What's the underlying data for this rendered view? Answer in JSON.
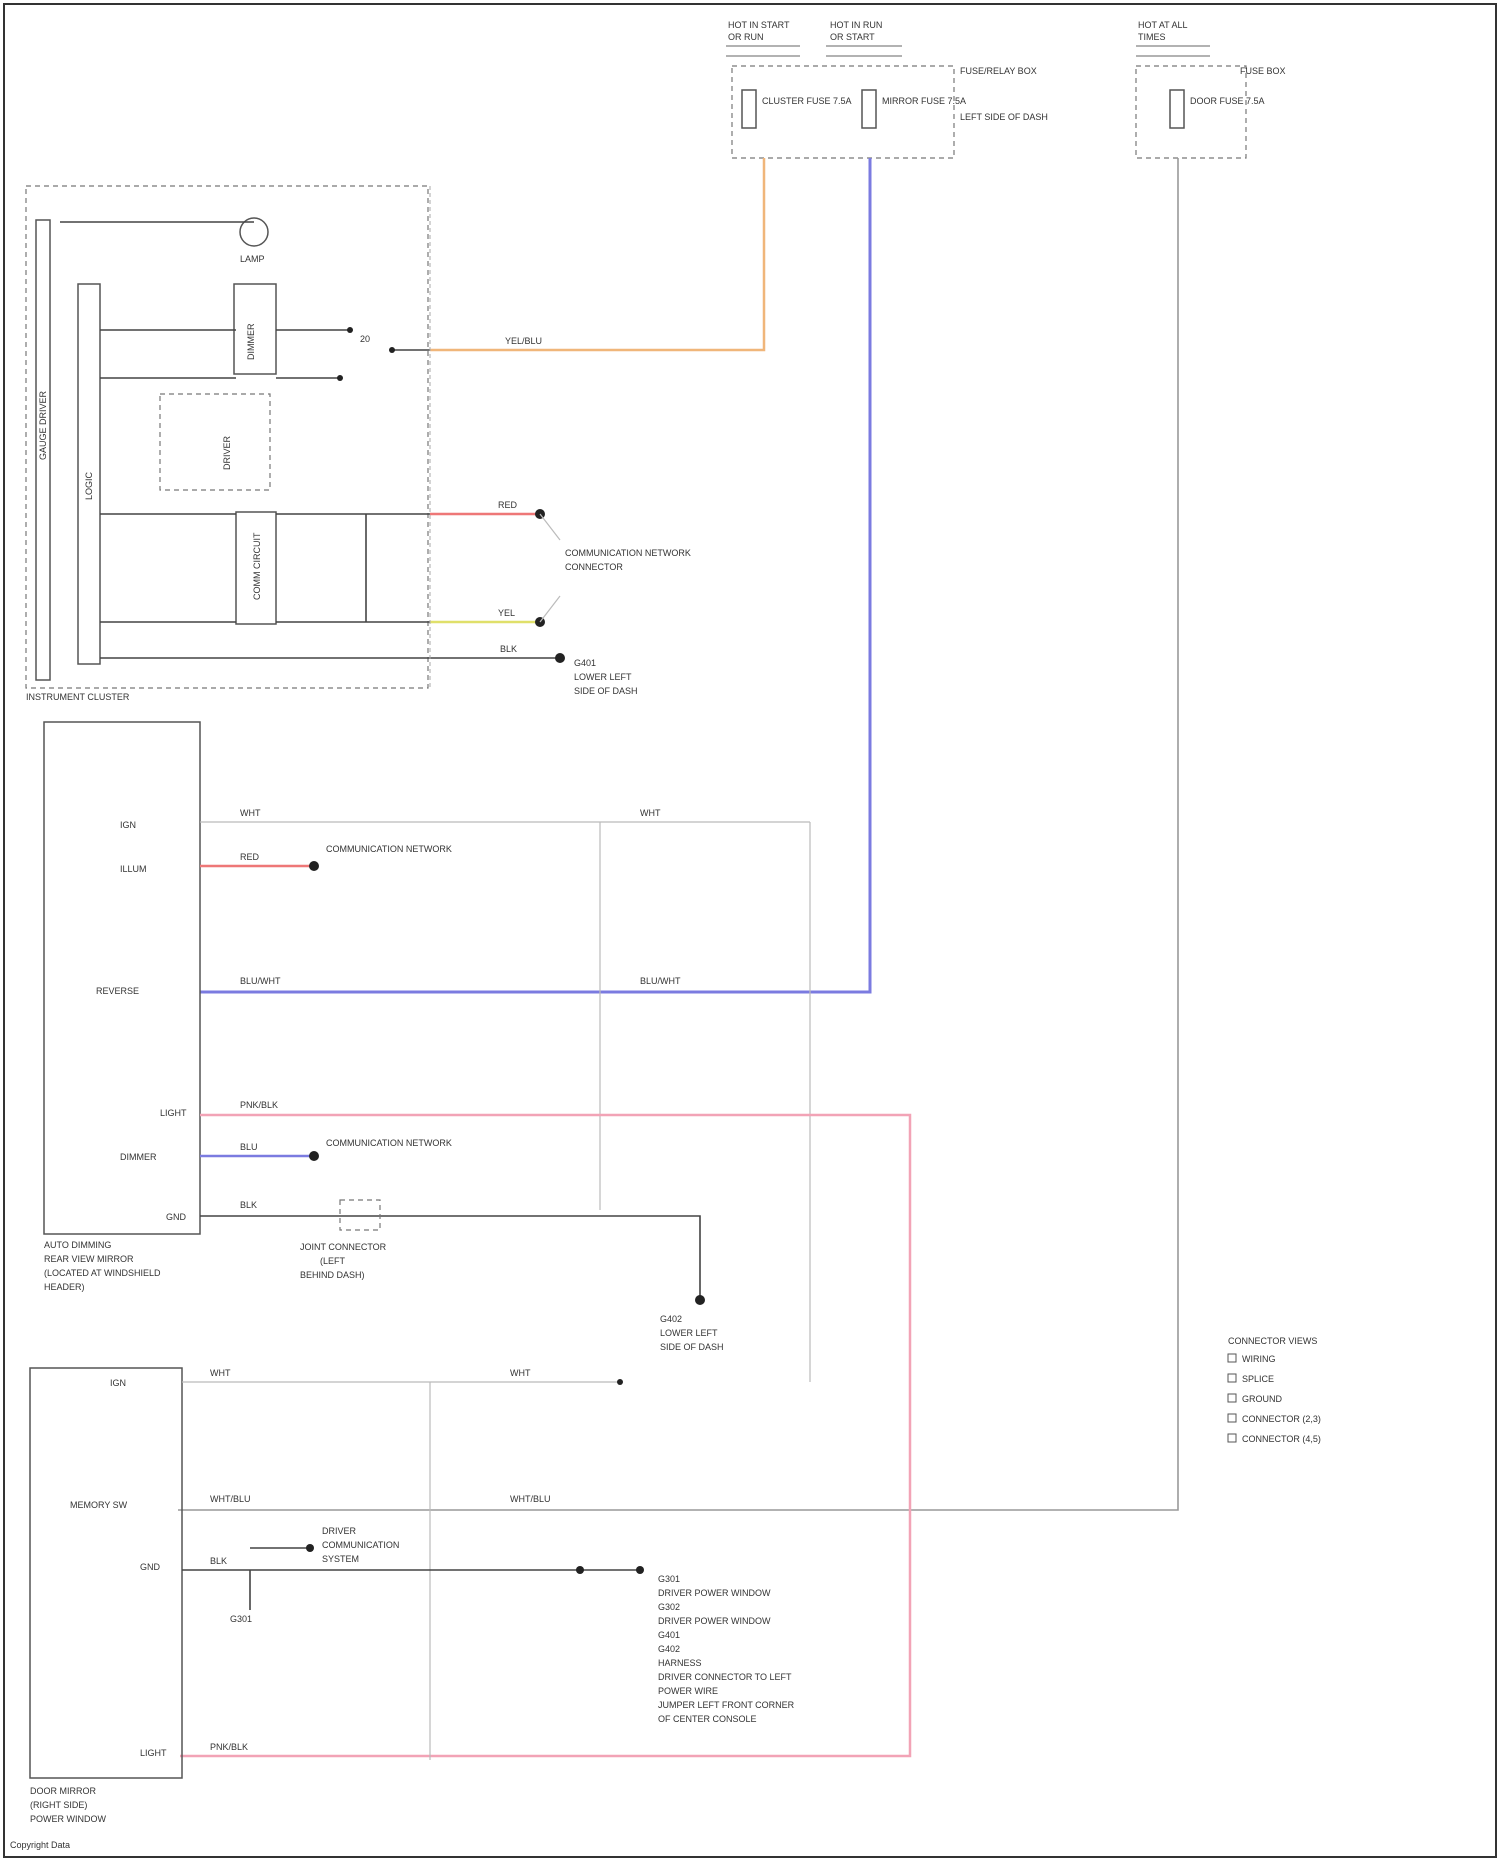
{
  "title": "",
  "colors": {
    "orange": "#f0b67a",
    "blue": "#7b7be0",
    "red": "#ee7777",
    "pink": "#f2a3b6",
    "yellow": "#e0e06a",
    "black": "#444444"
  },
  "fuses": {
    "left_header_1": "HOT IN START",
    "left_header_2": "OR RUN",
    "mid_header_1": "HOT IN RUN",
    "mid_header_2": "OR START",
    "right_header_1": "HOT AT ALL",
    "right_header_2": "TIMES",
    "fuse1": "CLUSTER FUSE 7.5A",
    "fuse2": "MIRROR FUSE 7.5A",
    "fuse_box_label": "FUSE/RELAY BOX",
    "fuse_box_sub": "LEFT SIDE OF DASH",
    "fuse3": "DOOR FUSE 7.5A",
    "right_box_label": "FUSE BOX"
  },
  "cluster": {
    "name": "INSTRUMENT CLUSTER",
    "bar1": "GAUGE DRIVER",
    "bar2": "LOGIC",
    "lamp": "LAMP",
    "dimmer": "DIMMER",
    "driver": "DRIVER",
    "comm": "COMM CIRCUIT",
    "wire_orange": "YEL/BLU",
    "wire_red": "RED",
    "wire_yellow": "YEL",
    "wire_black": "BLK"
  },
  "network": {
    "name": "COMMUNICATION NETWORK",
    "sub": "CONNECTOR"
  },
  "ground_top": {
    "label1": "G401",
    "label2": "LOWER LEFT",
    "label3": "SIDE OF DASH"
  },
  "module1": {
    "name": "AUTO DIMMING",
    "sub1": "REAR VIEW MIRROR",
    "sub2": "(LOCATED AT WINDSHIELD",
    "sub3": "HEADER)",
    "pins": [
      "IGN",
      "ILLUM",
      "REVERSE",
      "LIGHT",
      "DIMMER",
      "GND"
    ],
    "wires": [
      "WHT",
      "RED",
      "BLU/WHT",
      "PNK/BLK",
      "BLU",
      "BLK"
    ],
    "conn_note": "COMMUNICATION NETWORK",
    "splice_note1": "JOINT CONNECTOR",
    "splice_note2": "(LEFT",
    "splice_note3": "BEHIND DASH)"
  },
  "ground_mid": {
    "label1": "G402",
    "label2": "LOWER LEFT",
    "label3": "SIDE OF DASH"
  },
  "module2": {
    "name": "DOOR MIRROR",
    "sub1": "(RIGHT SIDE)",
    "sub2": "POWER WINDOW",
    "pins": [
      "IGN",
      "MEMORY SW",
      "GND",
      "LIGHT"
    ],
    "wires": [
      "WHT",
      "WHT/BLU",
      "BLK",
      "PNK/BLK"
    ],
    "ground_note": "G301",
    "network_note1": "DRIVER",
    "network_note2": "COMMUNICATION",
    "network_note3": "SYSTEM"
  },
  "ground_list": [
    "G301",
    "DRIVER POWER WINDOW",
    "G302",
    "DRIVER POWER WINDOW",
    "G401",
    "G402",
    "HARNESS",
    "DRIVER CONNECTOR TO LEFT",
    "POWER WIRE",
    "JUMPER LEFT FRONT CORNER",
    "OF CENTER CONSOLE"
  ],
  "legend": [
    "CONNECTOR VIEWS",
    "WIRING",
    "SPLICE",
    "GROUND",
    "CONNECTOR (2,3)",
    "CONNECTOR (4,5)"
  ],
  "footer": "Copyright Data"
}
